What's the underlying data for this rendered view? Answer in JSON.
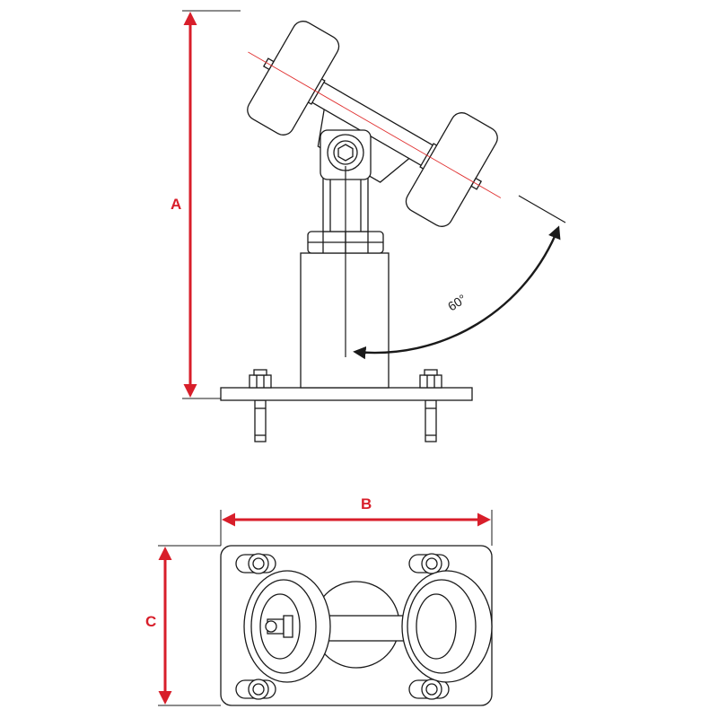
{
  "dimensions": {
    "height_label": "A",
    "width_label": "B",
    "depth_label": "C",
    "angle_label": "60°"
  },
  "colors": {
    "dimension": "#d81e2a",
    "outline": "#1a1a1a",
    "fill": "#ffffff",
    "centerline": "#e03030"
  }
}
